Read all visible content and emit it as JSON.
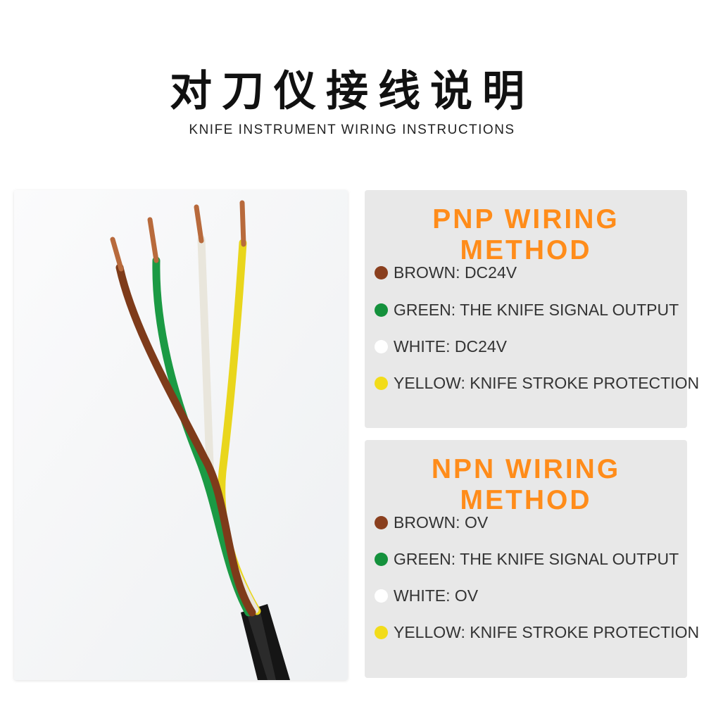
{
  "header": {
    "title_zh": "对刀仪接线说明",
    "title_en": "KNIFE INSTRUMENT WIRING INSTRUCTIONS"
  },
  "colors": {
    "accent": "#ff8c1a",
    "brown": "#8a3f1e",
    "green": "#14913c",
    "white": "#ffffff",
    "yellow": "#f2dc1a",
    "panel_bg": "#e8e8e8"
  },
  "pnp": {
    "title": "PNP WIRING METHOD",
    "items": [
      {
        "color": "#8a3f1e",
        "label": "BROWN: DC24V"
      },
      {
        "color": "#14913c",
        "label": "GREEN: THE KNIFE SIGNAL OUTPUT"
      },
      {
        "color": "#ffffff",
        "label": "WHITE: DC24V"
      },
      {
        "color": "#f2dc1a",
        "label": "YELLOW: KNIFE STROKE PROTECTION"
      }
    ]
  },
  "npn": {
    "title": "NPN WIRING METHOD",
    "items": [
      {
        "color": "#8a3f1e",
        "label": "BROWN: OV"
      },
      {
        "color": "#14913c",
        "label": "GREEN: THE KNIFE SIGNAL OUTPUT"
      },
      {
        "color": "#ffffff",
        "label": "WHITE: OV"
      },
      {
        "color": "#f2dc1a",
        "label": "YELLOW: KNIFE STROKE PROTECTION"
      }
    ]
  }
}
